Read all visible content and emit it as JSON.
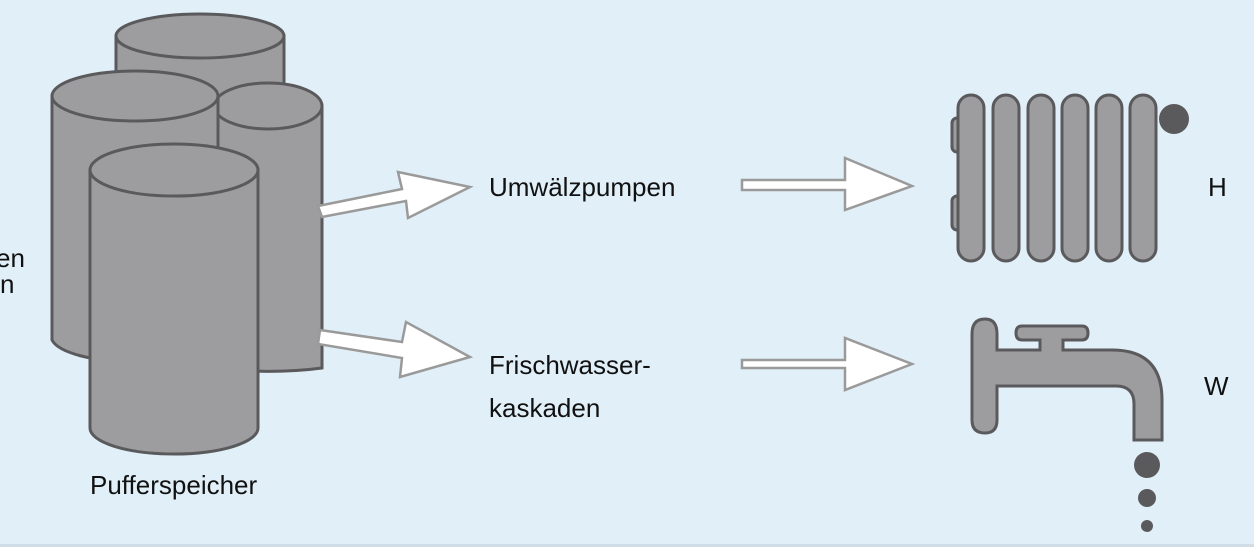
{
  "colors": {
    "background": "#e1eff8",
    "shape_fill": "#9d9d9f",
    "shape_stroke": "#5a5a5c",
    "arrow_fill": "#ffffff",
    "arrow_stroke": "#9a9a9a",
    "text": "#111111"
  },
  "labels": {
    "left_cut_line1": "en",
    "left_cut_line2": "n",
    "storage": "Pufferspeicher",
    "pumps": "Umwälzpumpen",
    "fresh_water_line1": "Frischwasser-",
    "fresh_water_line2": "kaskaden",
    "right_cut_top": "H",
    "right_cut_bottom": "W"
  },
  "icons": {
    "storage": "buffer-tanks-icon",
    "heating": "radiator-icon",
    "water": "water-tap-icon"
  }
}
